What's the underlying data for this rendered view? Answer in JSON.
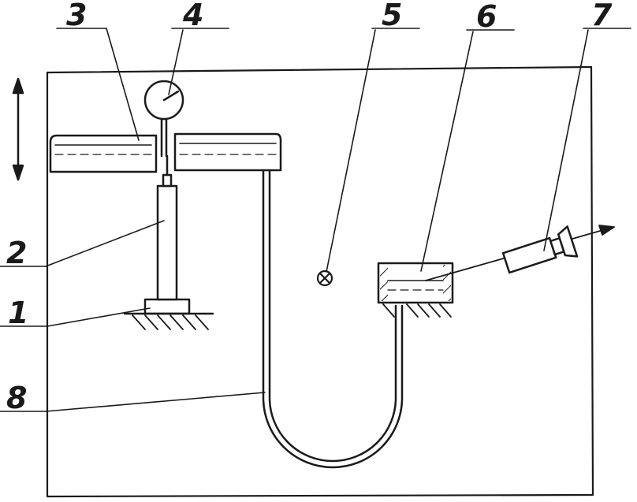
{
  "labels": {
    "l1": "1",
    "l2": "2",
    "l3": "3",
    "l4": "4",
    "l5": "5",
    "l6": "6",
    "l7": "7",
    "l8": "8"
  },
  "ink_color": "#1a1a1a"
}
